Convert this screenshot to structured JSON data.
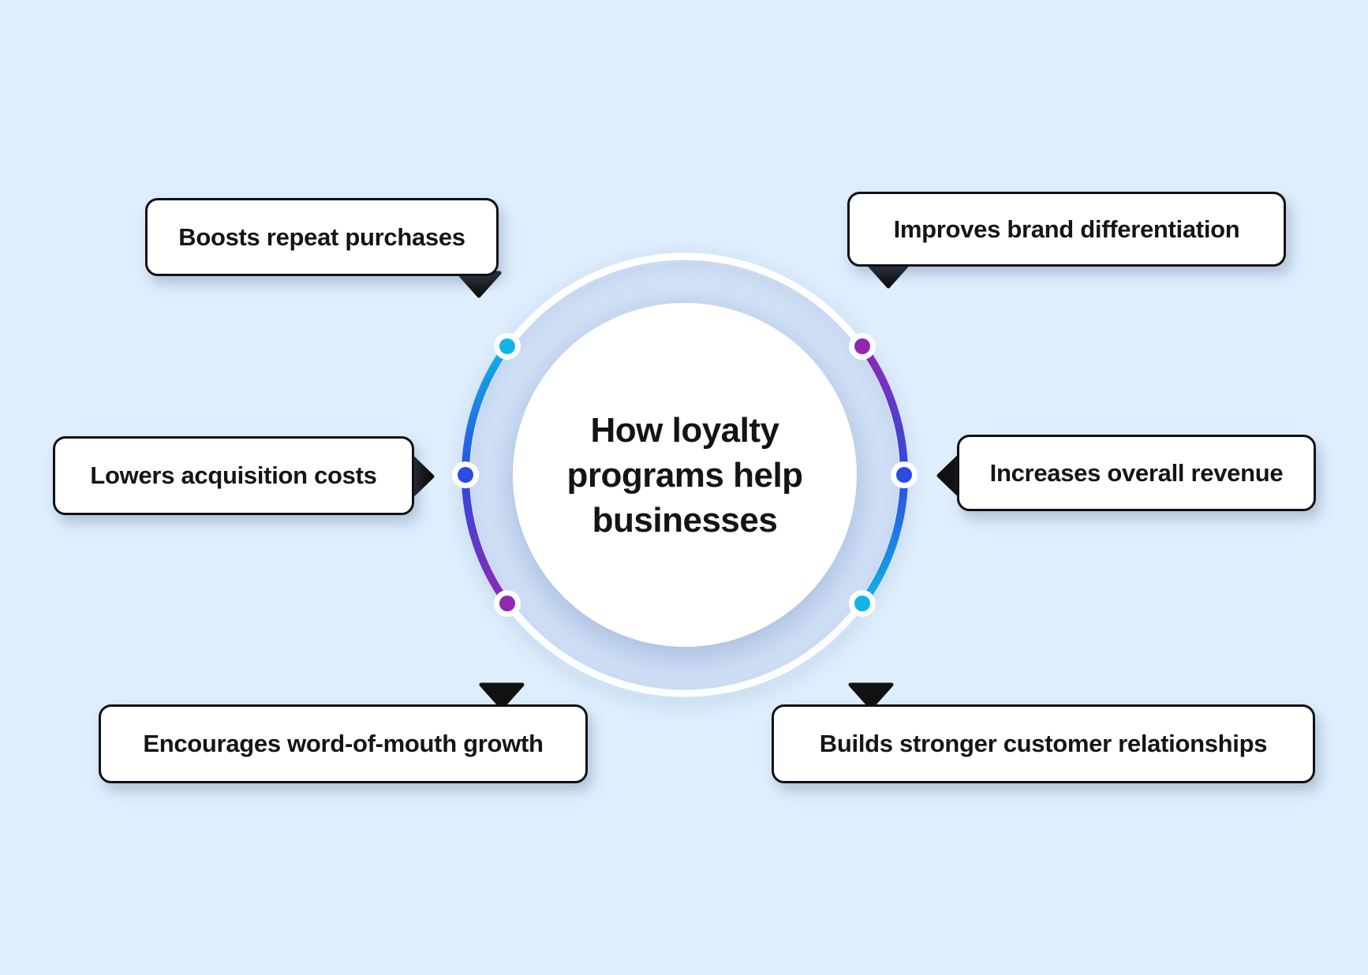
{
  "title": {
    "full": "How loyalty programs help businesses",
    "line1": "How loyalty",
    "line2": "programs help",
    "line3": "businesses"
  },
  "benefits": [
    {
      "label": "Boosts repeat purchases",
      "position": "top-left",
      "dot_color": "#12b3e8"
    },
    {
      "label": "Improves brand differentiation",
      "position": "top-right",
      "dot_color": "#9127b3"
    },
    {
      "label": "Lowers acquisition costs",
      "position": "middle-left",
      "dot_color": "#2b4ce0"
    },
    {
      "label": "Increases overall revenue",
      "position": "middle-right",
      "dot_color": "#2b4ce0"
    },
    {
      "label": "Encourages word-of-mouth growth",
      "position": "bottom-left",
      "dot_color": "#9127b3"
    },
    {
      "label": "Builds stronger customer relationships",
      "position": "bottom-right",
      "dot_color": "#12b3e8"
    }
  ],
  "colors": {
    "background": "#deeefc",
    "ring_inner_fill": "#d5e4f9",
    "ring_stroke": "#ffffff",
    "center_circle_fill": "#ffffff",
    "dot_halo": "#ffffff",
    "cyan": "#12b3e8",
    "blue": "#2b4ce0",
    "purple": "#9127b3",
    "box_background": "#ffffff",
    "box_border": "#111111",
    "arrow": "#111111",
    "text": "#151515"
  }
}
